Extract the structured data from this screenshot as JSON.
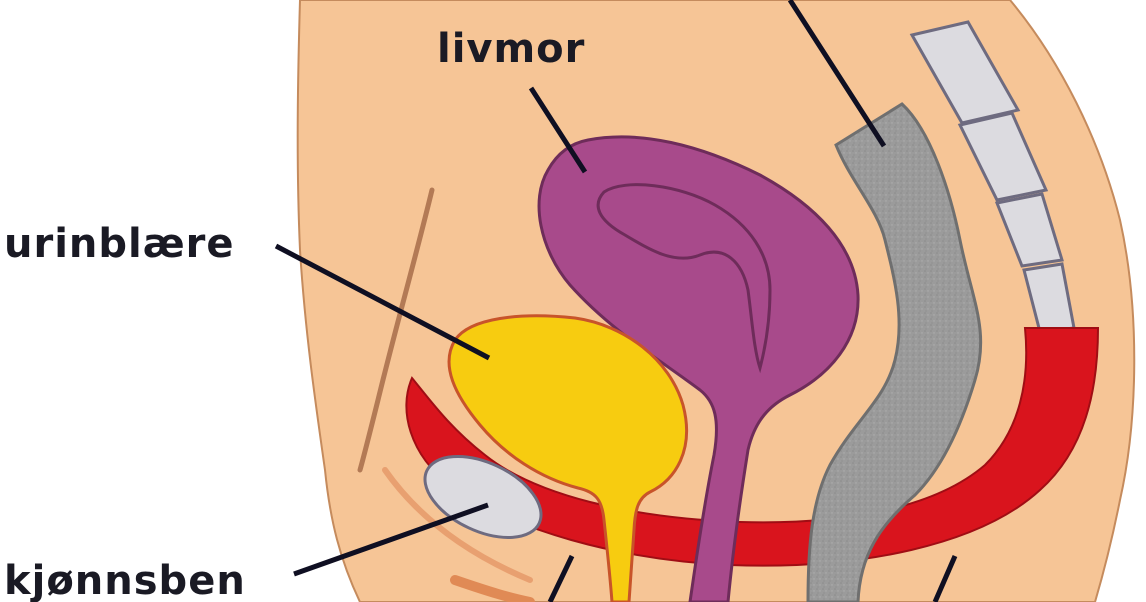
{
  "diagram": {
    "labels": {
      "uterus": "livmor",
      "bladder": "urinblære",
      "pubic_bone": "kjønnsben"
    },
    "colors": {
      "skin": "#f6c596",
      "skin_outline": "#c58b5d",
      "uterus": "#a84a8b",
      "bladder": "#f7cc10",
      "pelvic_floor": "#d9141d",
      "rectum": "#9a9a9a",
      "bone": "#dcdbe0",
      "leader_line": "#0f0f22"
    }
  }
}
